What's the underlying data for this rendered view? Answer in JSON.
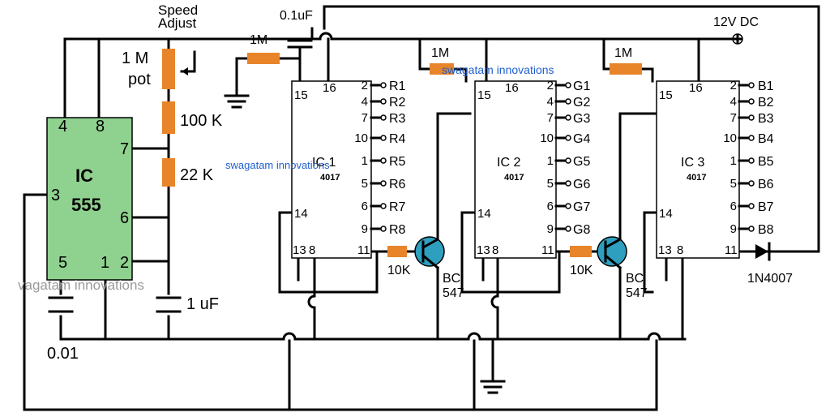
{
  "colors": {
    "ic555_fill": "#8fd18f",
    "resistor_fill": "#e8842a",
    "watermark_blue": "#1f5fcf",
    "watermark_grey": "#9a9a9a",
    "wire": "#000000"
  },
  "labels": {
    "speed_adjust_1": "Speed",
    "speed_adjust_2": "Adjust",
    "pot_1": "1 M",
    "pot_2": "pot",
    "r100k": "100 K",
    "r22k": "22 K",
    "c1uf": "1 uF",
    "c001": "0.01",
    "c01uf": "0.1uF",
    "r1m_a": "1M",
    "r1m_b": "1M",
    "r1m_c": "1M",
    "supply": "12V DC",
    "r10k_a": "10K",
    "r10k_b": "10K",
    "bc_a_1": "BC",
    "bc_a_2": "547",
    "bc_b_1": "BC",
    "bc_b_2": "547",
    "diode": "1N4007"
  },
  "ic555": {
    "title_1": "IC",
    "title_2": "555",
    "pins": [
      "4",
      "8",
      "7",
      "3",
      "6",
      "5",
      "1",
      "2"
    ]
  },
  "ic1": {
    "name": "IC 1",
    "part": "4017",
    "pins": {
      "p15": "15",
      "p16": "16",
      "p14": "14",
      "p13": "13",
      "p8": "8",
      "p11": "11"
    },
    "outputs": [
      {
        "pin": "2",
        "label": "R1"
      },
      {
        "pin": "4",
        "label": "R2"
      },
      {
        "pin": "7",
        "label": "R3"
      },
      {
        "pin": "10",
        "label": "R4"
      },
      {
        "pin": "1",
        "label": "R5"
      },
      {
        "pin": "5",
        "label": "R6"
      },
      {
        "pin": "6",
        "label": "R7"
      },
      {
        "pin": "9",
        "label": "R8"
      }
    ]
  },
  "ic2": {
    "name": "IC 2",
    "part": "4017",
    "pins": {
      "p15": "15",
      "p16": "16",
      "p14": "14",
      "p13": "13",
      "p8": "8",
      "p11": "11"
    },
    "outputs": [
      {
        "pin": "2",
        "label": "G1"
      },
      {
        "pin": "4",
        "label": "G2"
      },
      {
        "pin": "7",
        "label": "G3"
      },
      {
        "pin": "10",
        "label": "G4"
      },
      {
        "pin": "1",
        "label": "G5"
      },
      {
        "pin": "5",
        "label": "G6"
      },
      {
        "pin": "6",
        "label": "G7"
      },
      {
        "pin": "9",
        "label": "G8"
      }
    ]
  },
  "ic3": {
    "name": "IC 3",
    "part": "4017",
    "pins": {
      "p15": "15",
      "p16": "16",
      "p14": "14",
      "p13": "13",
      "p8": "8",
      "p11": "11"
    },
    "outputs": [
      {
        "pin": "2",
        "label": "B1"
      },
      {
        "pin": "4",
        "label": "B2"
      },
      {
        "pin": "7",
        "label": "B3"
      },
      {
        "pin": "10",
        "label": "B4"
      },
      {
        "pin": "1",
        "label": "B5"
      },
      {
        "pin": "5",
        "label": "B6"
      },
      {
        "pin": "6",
        "label": "B7"
      },
      {
        "pin": "9",
        "label": "B8"
      }
    ]
  },
  "watermarks": {
    "top": "swagatam innovations",
    "middle": "swagatam innovations",
    "left": "vagatam innovations"
  }
}
